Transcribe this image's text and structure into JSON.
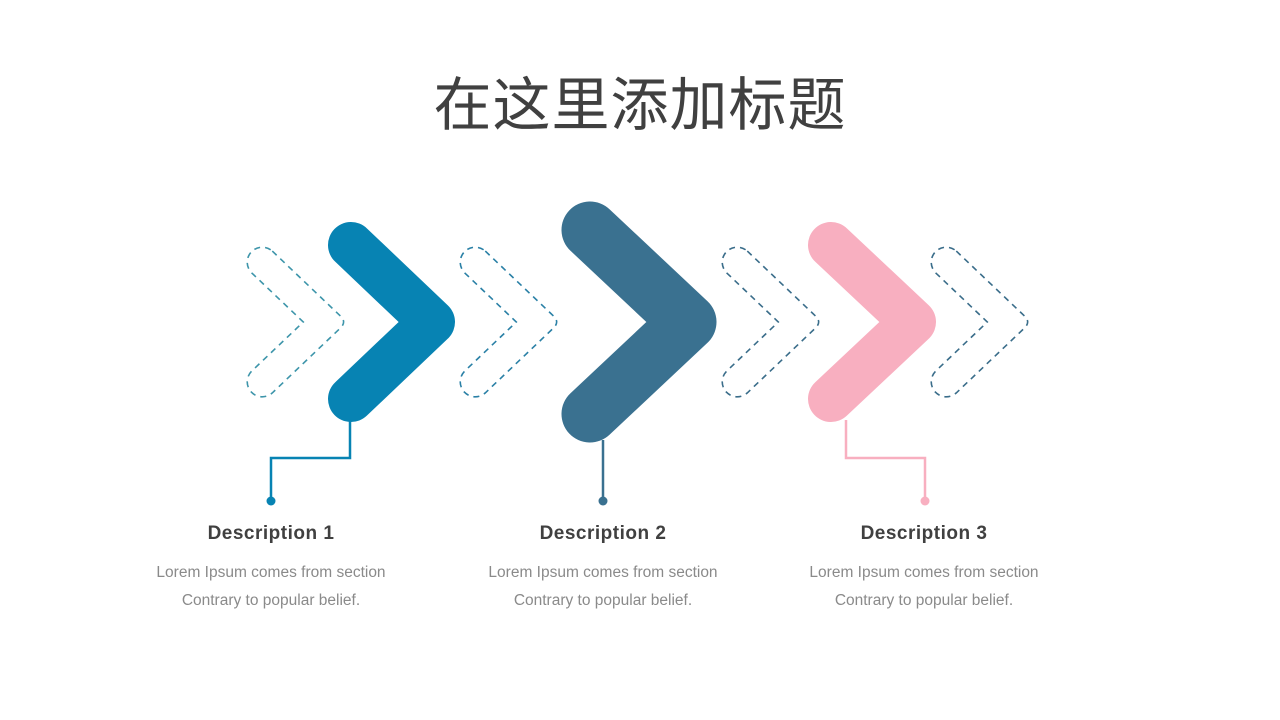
{
  "title": "在这里添加标题",
  "colors": {
    "blue": "#0783b3",
    "steel": "#3a7190",
    "pink": "#f8afc0",
    "dash1": "#3d95aa",
    "dash2": "#2a80a6",
    "dash3": "#3a6d8a",
    "dash4": "#3a6d8a"
  },
  "items": [
    {
      "title": "Description  1",
      "line1": "Lorem Ipsum comes from section",
      "line2": "Contrary to popular belief."
    },
    {
      "title": "Description  2",
      "line1": "Lorem Ipsum comes from section",
      "line2": "Contrary to popular belief."
    },
    {
      "title": "Description  3",
      "line1": "Lorem Ipsum comes from section",
      "line2": "Contrary to popular belief."
    }
  ]
}
